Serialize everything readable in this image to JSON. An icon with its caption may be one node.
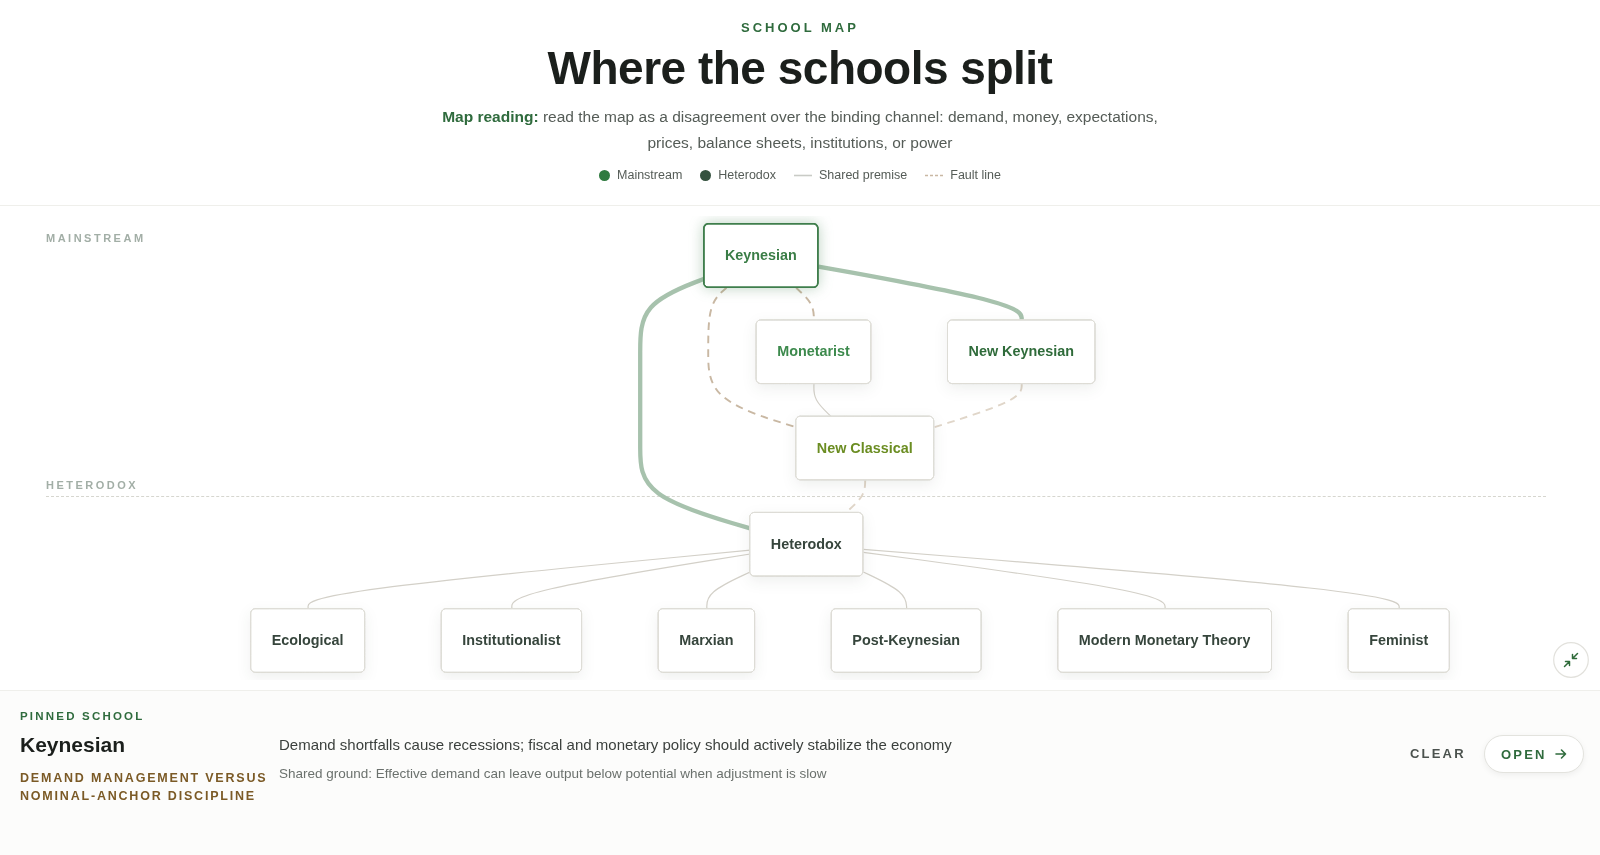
{
  "diagram": {
    "title": "Where the schools split",
    "nodes": [
      {
        "text": [
          "Keynesian"
        ]
      },
      {
        "text": [
          "Monetarist"
        ]
      },
      {
        "text": [
          "New Classical"
        ]
      },
      {
        "text": [
          "New Keynesian"
        ]
      },
      {
        "text": [
          "Ecological"
        ]
      },
      {
        "text": [
          "Institutionalist"
        ]
      },
      {
        "text": [
          "Heterodox"
        ]
      },
      {
        "text": [
          "Marxian"
        ]
      },
      {
        "text": [
          "Post-Keynesian"
        ]
      },
      {
        "text": [
          "Modern Monetary Theory"
        ]
      },
      {
        "text": [
          "Feminist"
        ]
      }
    ],
    "edges": [
      {
        "from": 0,
        "to": 1,
        "arrow": "none",
        "style": "dashed",
        "color": "#c9b8a3"
      },
      {
        "from": 0,
        "to": 2,
        "arrow": "none",
        "style": "dashed",
        "color": "#c9b8a3"
      },
      {
        "from": 1,
        "to": 2,
        "arrow": "none"
      },
      {
        "from": 0,
        "to": 3,
        "arrow": "none",
        "style": "thick",
        "color": "#a7c2ad"
      },
      {
        "from": 0,
        "to": 6,
        "arrow": "none",
        "style": "thick",
        "color": "#a7c2ad"
      },
      {
        "from": 3,
        "to": 2,
        "arrow": "none",
        "style": "dashed",
        "color": "#e0d6c9"
      },
      {
        "from": 2,
        "to": 6,
        "arrow": "none",
        "style": "dashed",
        "color": "#e0d6c9"
      },
      {
        "from": 6,
        "to": 4,
        "arrow": "none"
      },
      {
        "from": 6,
        "to": 5,
        "arrow": "none"
      },
      {
        "from": 6,
        "to": 7,
        "arrow": "none"
      },
      {
        "from": 6,
        "to": 8,
        "arrow": "none"
      },
      {
        "from": 6,
        "to": 9,
        "arrow": "none"
      },
      {
        "from": 6,
        "to": 10,
        "arrow": "none"
      }
    ],
    "labels": [
      "SCHOOL MAP",
      "**Map reading:** read the map as a disagreement over the binding channel: demand, money, expectations, prices, balance sheets, institutions, or power",
      "MAINSTREAM",
      "HETERODOX",
      "PINNED SCHOOL",
      "Keynesian",
      "DEMAND MANAGEMENT VERSUS NOMINAL-ANCHOR DISCIPLINE",
      "Demand shortfalls cause recessions; fiscal and monetary policy should actively stabilize the economy",
      "Shared ground: Effective demand can leave output below potential when adjustment is slow",
      "CLEAR",
      "OPEN"
    ],
    "legend": [
      {
        "text": "Mainstream",
        "color": "#2f7a3f"
      },
      {
        "text": "Heterodox",
        "color": "#35523f"
      },
      {
        "text": "Shared premise"
      },
      {
        "text": "Fault line"
      }
    ]
  }
}
